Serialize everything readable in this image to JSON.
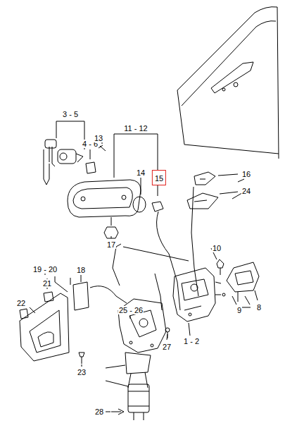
{
  "diagram": {
    "nodes": [
      {
        "text": [
          "15"
        ]
      }
    ],
    "labels": [
      "3 - 5",
      "4 - 6",
      "13",
      "11 - 12",
      "14",
      "16",
      "24",
      "17",
      "10",
      "19 - 20",
      "18",
      "21",
      "22",
      "25 - 26",
      "8",
      "9",
      "1 - 2",
      "27",
      "23",
      "28"
    ]
  }
}
